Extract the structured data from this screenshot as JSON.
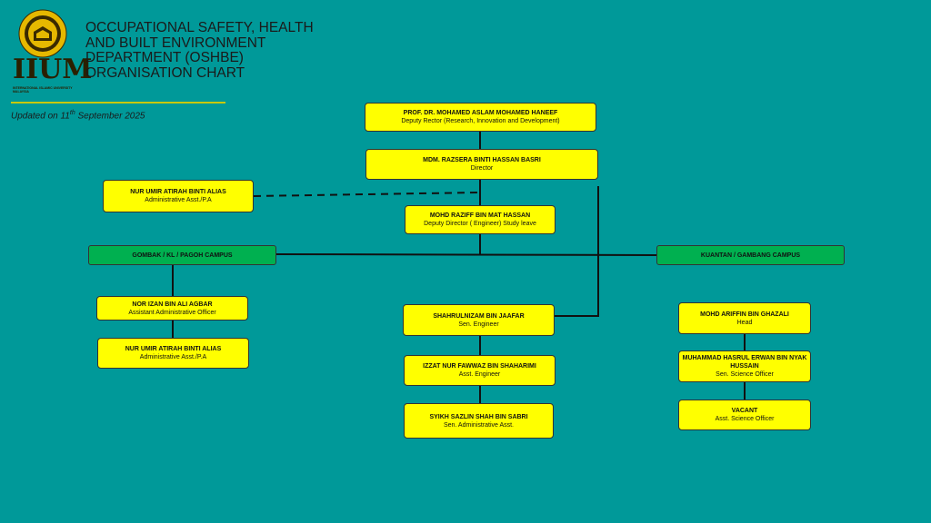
{
  "header": {
    "logo_text": "IIUM",
    "logo_subtext": "INTERNATIONAL ISLAMIC UNIVERSITY MALAYSIA",
    "title_lines": [
      "OCCUPATIONAL SAFETY, HEALTH",
      "AND BUILT ENVIRONMENT",
      "DEPARTMENT (OSHBE)",
      "ORGANISATION CHART"
    ],
    "updated_prefix": "Updated  on 11",
    "updated_sup": "th",
    "updated_suffix": " September 2025"
  },
  "chart": {
    "deputy_rector": {
      "name": "PROF. DR. MOHAMED ASLAM MOHAMED HANEEF",
      "position": "Deputy Rector (Research, Innovation and Development)"
    },
    "director": {
      "name": "MDM.  RAZSERA BINTI HASSAN BASRI",
      "position": "Director"
    },
    "pa_top": {
      "name": "NUR UMIR ATIRAH BINTI ALIAS",
      "position": "Administrative Asst./P.A"
    },
    "deputy_director": {
      "name": "MOHD RAZIFF BIN MAT HASSAN",
      "position": "Deputy Director ( Engineer) Study leave"
    },
    "campus_left": "GOMBAK / KL / PAGOH  CAMPUS",
    "campus_right": "KUANTAN / GAMBANG CAMPUS",
    "left": [
      {
        "name": "NOR IZAN BIN  ALI AGBAR",
        "position": "Assistant Administrative Officer"
      },
      {
        "name": "NUR UMIR ATIRAH BINTI ALIAS",
        "position": "Administrative Asst./P.A"
      }
    ],
    "middle": [
      {
        "name": "SHAHRULNIZAM BIN JAAFAR",
        "position": "Sen. Engineer"
      },
      {
        "name": "IZZAT NUR FAWWAZ BIN SHAHARIMI",
        "position": "Asst. Engineer"
      },
      {
        "name": "SYIKH SAZLIN SHAH BIN SABRI",
        "position": "Sen. Administrative Asst."
      }
    ],
    "right": [
      {
        "name": "MOHD ARIFFIN BIN  GHAZALI",
        "position": "Head"
      },
      {
        "name": "MUHAMMAD HASRUL ERWAN BIN NYAK HUSSAIN",
        "position": "Sen. Science Officer"
      },
      {
        "name": "VACANT",
        "position": "Asst. Science Officer"
      }
    ]
  },
  "colors": {
    "background": "#009999",
    "box": "#ffff00",
    "campus": "#00b050",
    "logo": "#e6b800"
  }
}
